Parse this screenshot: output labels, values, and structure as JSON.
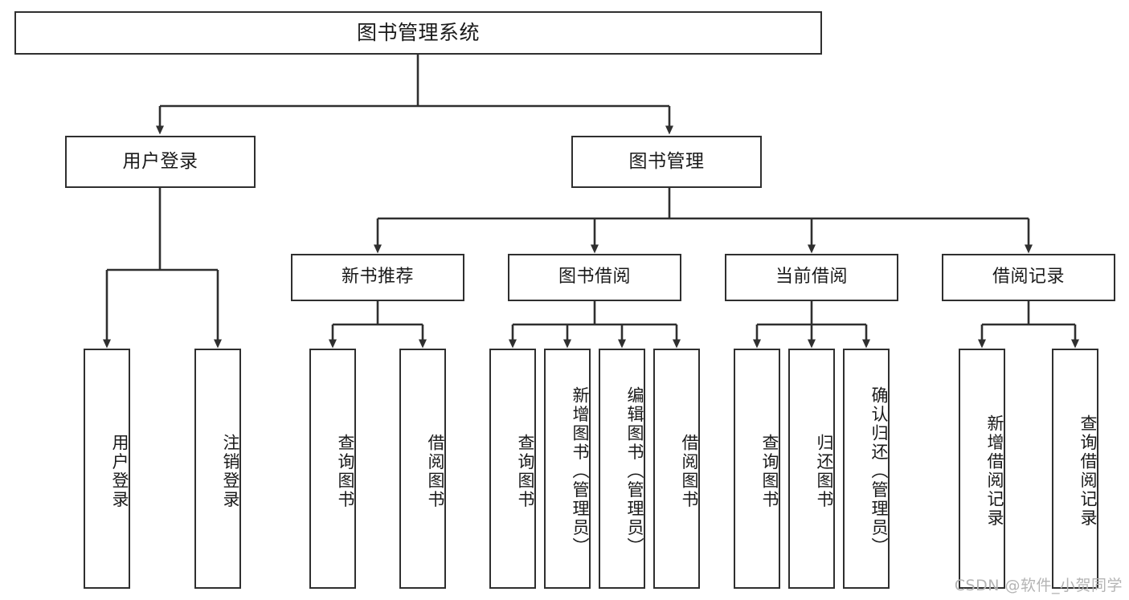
{
  "diagram": {
    "title": "图书管理系统",
    "type": "hierarchy-tree",
    "watermark": "CSDN @软件_小贺同学",
    "colors": {
      "background": "#ffffff",
      "border": "#2f2f2f",
      "text": "#1a1a1a",
      "watermark": "#b4b4b4"
    },
    "nodes": {
      "root": {
        "label": "图书管理系统",
        "level": 0
      },
      "l2": [
        {
          "id": "user-login",
          "label": "用户登录",
          "level": 1
        },
        {
          "id": "book-manage",
          "label": "图书管理",
          "level": 1
        }
      ],
      "l3": [
        {
          "id": "new-book-rec",
          "label": "新书推荐",
          "level": 2,
          "parent": "book-manage"
        },
        {
          "id": "book-borrow",
          "label": "图书借阅",
          "level": 2,
          "parent": "book-manage"
        },
        {
          "id": "current-borrow",
          "label": "当前借阅",
          "level": 2,
          "parent": "book-manage"
        },
        {
          "id": "borrow-record",
          "label": "借阅记录",
          "level": 2,
          "parent": "book-manage"
        }
      ],
      "leaves": [
        {
          "id": "leaf-user-login",
          "label": "用户登录",
          "parent": "user-login"
        },
        {
          "id": "leaf-user-logout",
          "label": "注销登录",
          "parent": "user-login"
        },
        {
          "id": "leaf-query-book-rec",
          "label": "查询图书",
          "parent": "new-book-rec"
        },
        {
          "id": "leaf-borrow-book-rec",
          "label": "借阅图书",
          "parent": "new-book-rec"
        },
        {
          "id": "leaf-query-book-borrow",
          "label": "查询图书",
          "parent": "book-borrow"
        },
        {
          "id": "leaf-add-book",
          "label": "新增图书（管理员）",
          "parent": "book-borrow"
        },
        {
          "id": "leaf-edit-book",
          "label": "编辑图书（管理员）",
          "parent": "book-borrow"
        },
        {
          "id": "leaf-borrow-book",
          "label": "借阅图书",
          "parent": "book-borrow"
        },
        {
          "id": "leaf-query-book-cur",
          "label": "查询图书",
          "parent": "current-borrow"
        },
        {
          "id": "leaf-return-book",
          "label": "归还图书",
          "parent": "current-borrow"
        },
        {
          "id": "leaf-confirm-return",
          "label": "确认归还（管理员）",
          "parent": "current-borrow"
        },
        {
          "id": "leaf-add-record",
          "label": "新增借阅记录",
          "parent": "borrow-record"
        },
        {
          "id": "leaf-query-record",
          "label": "查询借阅记录",
          "parent": "borrow-record"
        }
      ]
    }
  }
}
